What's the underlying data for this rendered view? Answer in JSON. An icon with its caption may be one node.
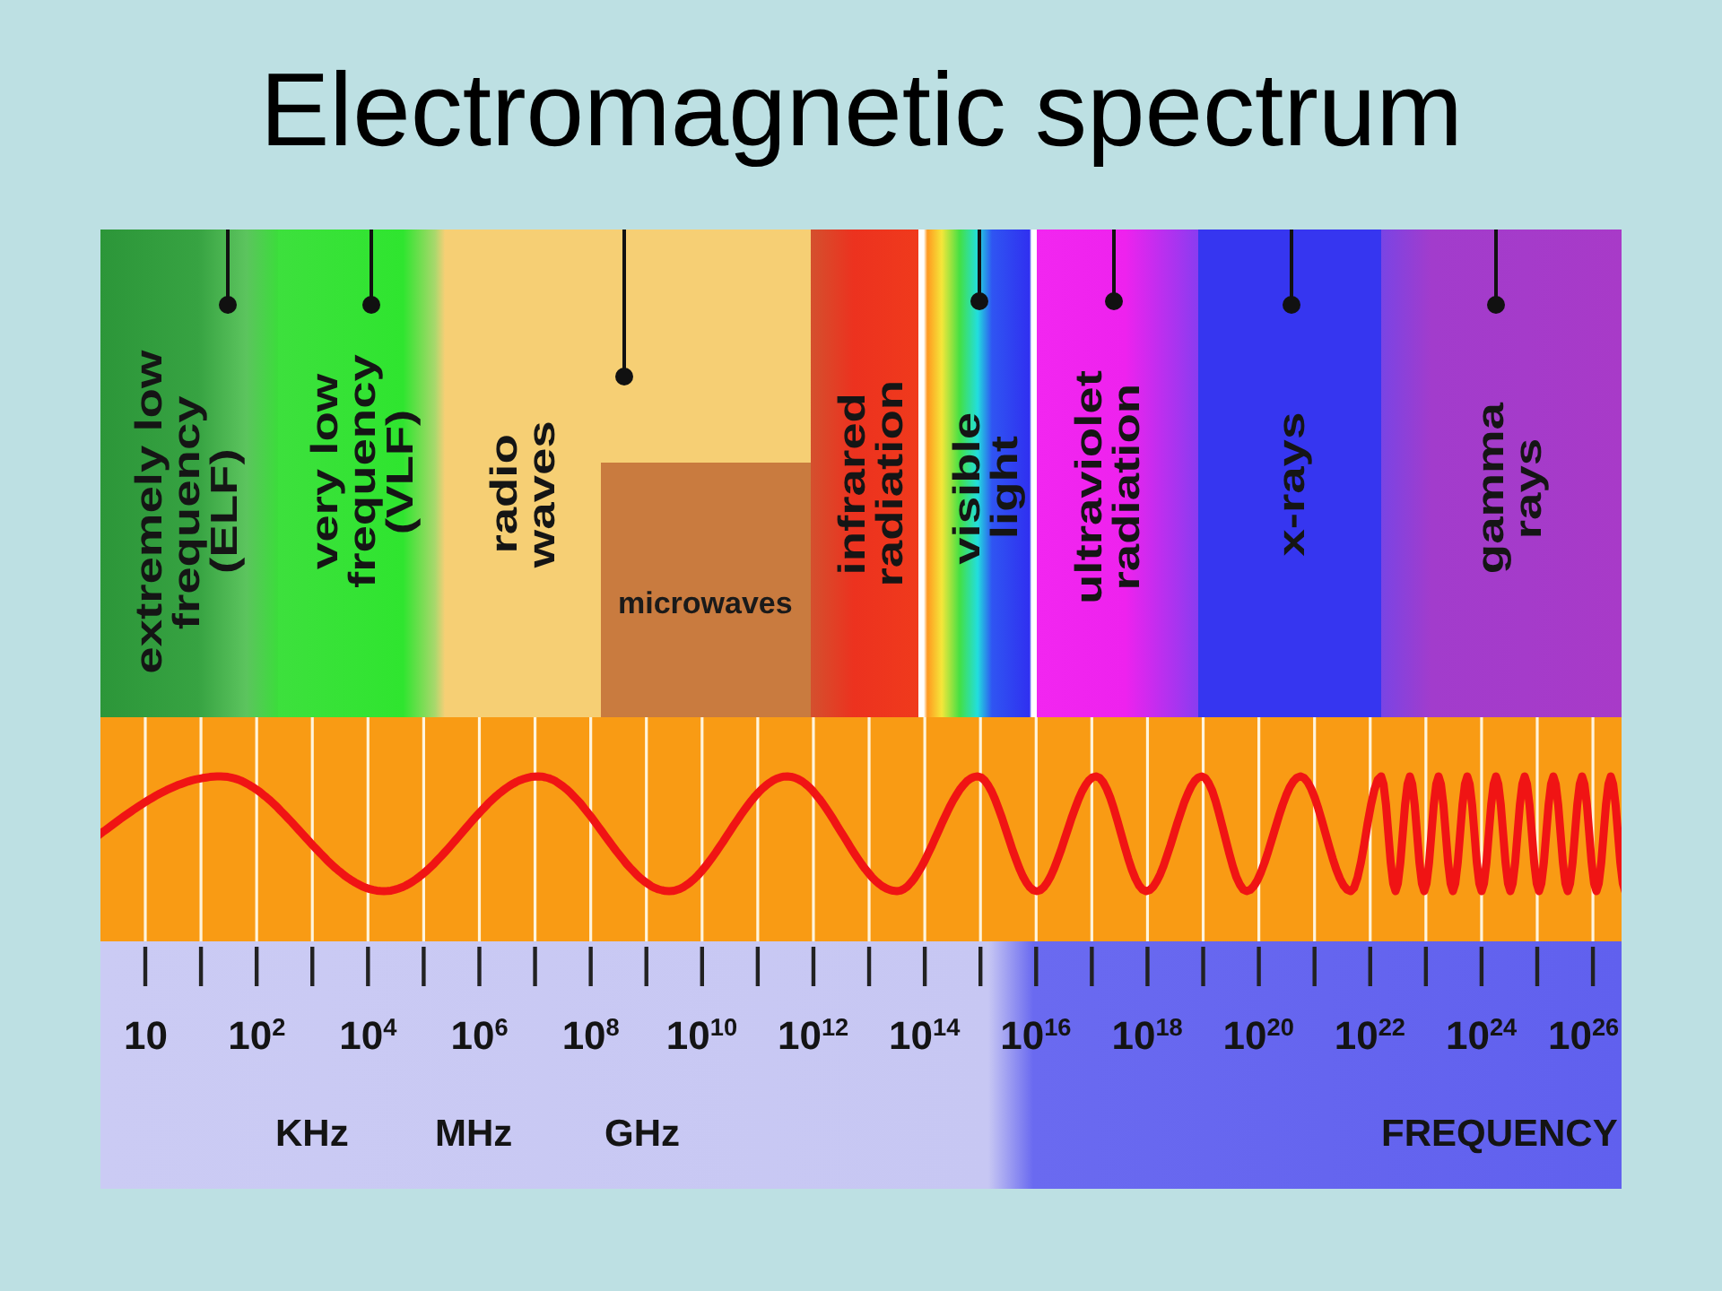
{
  "diagram": {
    "title": "Electromagnetic spectrum",
    "nodes": [
      {
        "text": [
          "extremely low frequency (ELF)"
        ]
      },
      {
        "text": [
          "very low frequency (VLF)"
        ]
      },
      {
        "text": [
          "radio waves"
        ]
      },
      {
        "text": [
          "microwaves"
        ],
        "in": 2
      },
      {
        "text": [
          "infrared radiation"
        ]
      },
      {
        "text": [
          "visible light"
        ]
      },
      {
        "text": [
          "ultraviolet radiation"
        ]
      },
      {
        "text": [
          "x-rays"
        ]
      },
      {
        "text": [
          "gamma rays"
        ]
      }
    ],
    "labels": [
      "10",
      "10$^{2}$",
      "10$^{4}$",
      "10$^{6}$",
      "10$^{8}$",
      "10$^{10}$",
      "10$^{12}$",
      "10$^{14}$",
      "10$^{16}$",
      "10$^{18}$",
      "10$^{20}$",
      "10$^{22}$",
      "10$^{24}$",
      "10$^{26}$",
      "KHz",
      "MHz",
      "GHz",
      "FREQUENCY"
    ]
  }
}
